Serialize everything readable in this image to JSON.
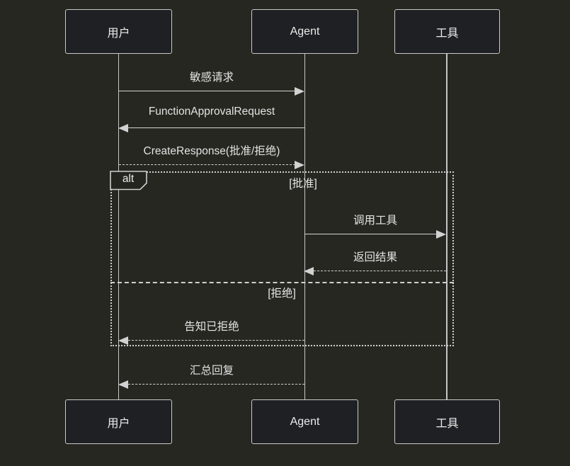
{
  "diagram": {
    "type": "sequence-diagram",
    "background_color": "#272721",
    "line_color": "#d2d2d2",
    "actor_fill_color": "#1f2023",
    "actor_border_color": "#c9c9c9",
    "text_color": "#ececec"
  },
  "participants": [
    {
      "id": "user",
      "label": "用户"
    },
    {
      "id": "agent",
      "label": "Agent"
    },
    {
      "id": "tool",
      "label": "工具"
    }
  ],
  "messages": [
    {
      "label": "敏感请求",
      "from": "用户",
      "to": "Agent",
      "style": "solid",
      "direction": "right"
    },
    {
      "label": "FunctionApprovalRequest",
      "from": "Agent",
      "to": "用户",
      "style": "solid",
      "direction": "left"
    },
    {
      "label": "CreateResponse(批准/拒绝)",
      "from": "用户",
      "to": "Agent",
      "style": "dashed",
      "direction": "right"
    },
    {
      "label": "调用工具",
      "from": "Agent",
      "to": "工具",
      "style": "solid",
      "direction": "right"
    },
    {
      "label": "返回结果",
      "from": "工具",
      "to": "Agent",
      "style": "dashed",
      "direction": "left"
    },
    {
      "label": "告知已拒绝",
      "from": "Agent",
      "to": "用户",
      "style": "dashed",
      "direction": "left"
    },
    {
      "label": "汇总回复",
      "from": "Agent",
      "to": "用户",
      "style": "dashed",
      "direction": "left"
    }
  ],
  "alt_frame": {
    "operator": "alt",
    "branches": [
      {
        "condition": "[批准]"
      },
      {
        "condition": "[拒绝]"
      }
    ]
  }
}
